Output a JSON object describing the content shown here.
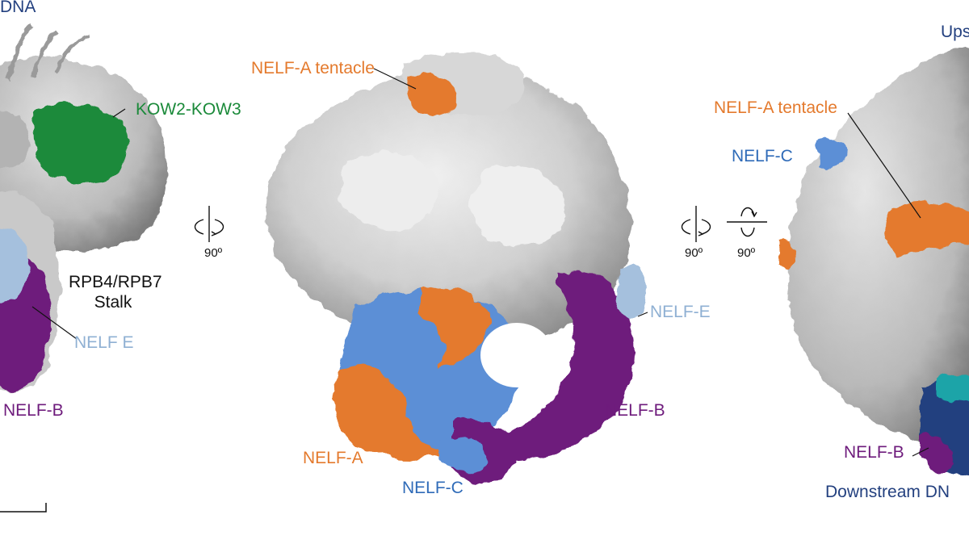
{
  "colors": {
    "surface_gray": "#c8c8c8",
    "surface_light": "#e9e9e9",
    "surface_dark": "#8c8c8c",
    "nelf_a": "#e47a2d",
    "nelf_b": "#6e1b7c",
    "nelf_c": "#5b8fd6",
    "nelf_e": "#a5c0dd",
    "kow": "#1b8a3a",
    "dna": "#23407f",
    "teal": "#1aa4a8"
  },
  "panels": {
    "left": {
      "labels": {
        "dna": "DNA",
        "kow": "KOW2-KOW3",
        "stalk_line1": "RPB4/RPB7",
        "stalk_line2": "Stalk",
        "nelf_e": "NELF E",
        "nelf_b": "NELF-B"
      }
    },
    "middle": {
      "labels": {
        "nelf_a_tentacle": "NELF-A tentacle",
        "nelf_e": "NELF-E",
        "nelf_b": "NELF-B",
        "nelf_a": "NELF-A",
        "nelf_c": "NELF-C"
      }
    },
    "right": {
      "labels": {
        "upstream": "Ups",
        "nelf_a_tentacle": "NELF-A tentacle",
        "nelf_c": "NELF-C",
        "nelf_b": "NELF-B",
        "downstream": "Downstream DN"
      }
    }
  },
  "rotations": {
    "first": "90º",
    "second_a": "90º",
    "second_b": "90º"
  },
  "icons": [
    "rotate-y-icon",
    "rotate-y-icon",
    "rotate-x-icon"
  ]
}
